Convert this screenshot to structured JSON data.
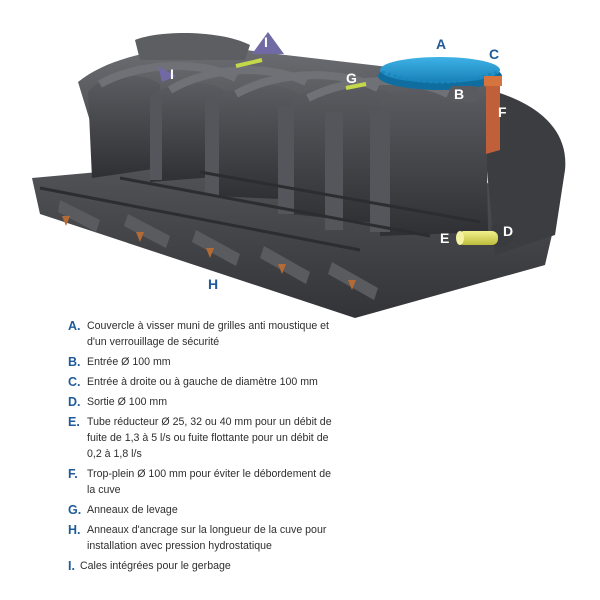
{
  "callouts": {
    "A": "A",
    "B": "B",
    "C": "C",
    "D": "D",
    "E": "E",
    "F": "F",
    "G": "G",
    "H": "H",
    "I_top": "I",
    "I_left": "I"
  },
  "legend": [
    {
      "letter": "A.",
      "text": "Couvercle à visser muni de grilles anti moustique et d'un verrouillage de sécurité"
    },
    {
      "letter": "B.",
      "text": "Entrée Ø 100 mm"
    },
    {
      "letter": "C.",
      "text": "Entrée à droite ou à gauche de diamètre 100 mm"
    },
    {
      "letter": "D.",
      "text": "Sortie Ø 100 mm"
    },
    {
      "letter": "E.",
      "text": "Tube réducteur Ø 25, 32 ou 40 mm pour un débit de fuite de 1,3 à 5 l/s ou fuite flottante pour un débit de 0,2 à 1,8 l/s"
    },
    {
      "letter": "F.",
      "text": "Trop-plein Ø 100 mm pour éviter le débordement de la cuve"
    },
    {
      "letter": "G.",
      "text": "Anneaux de levage"
    },
    {
      "letter": "H.",
      "text": "Anneaux d'ancrage sur la longueur de la cuve pour installation avec pression hydrostatique"
    },
    {
      "letter": "I.",
      "text": "Cales intégrées pour le gerbage"
    }
  ],
  "colors": {
    "accent_blue": "#1f5b9a",
    "tank_grey": "#4a4b4f",
    "lid_blue": "#1e8fc8",
    "overflow_orange": "#c0603a",
    "pipe_yellow": "#e4e36a",
    "ring_green": "#c5d84a",
    "wedge_purple": "#6f6aa3"
  }
}
